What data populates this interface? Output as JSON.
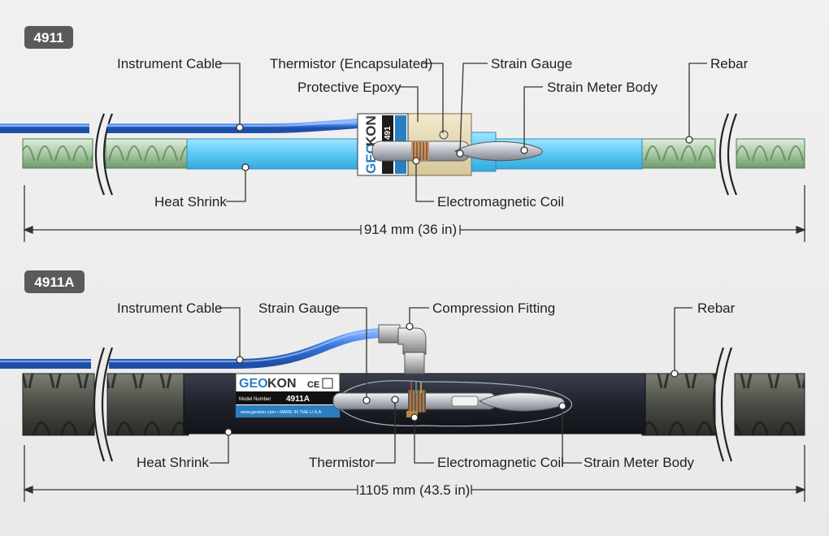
{
  "section_4911": {
    "badge": "4911",
    "labels": {
      "instrument_cable": "Instrument Cable",
      "thermistor": "Thermistor (Encapsulated)",
      "protective_epoxy": "Protective Epoxy",
      "strain_gauge": "Strain Gauge",
      "strain_meter_body": "Strain Meter Body",
      "rebar": "Rebar",
      "heat_shrink": "Heat Shrink",
      "electromagnetic_coil": "Electromagnetic Coil"
    },
    "dimension": "914 mm (36 in)",
    "tag": {
      "brand_geo": "GEO",
      "brand_kon": "KON",
      "model": "491"
    }
  },
  "section_4911A": {
    "badge": "4911A",
    "labels": {
      "instrument_cable": "Instrument Cable",
      "strain_gauge": "Strain Gauge",
      "compression_fitting": "Compression Fitting",
      "rebar": "Rebar",
      "heat_shrink": "Heat Shrink",
      "thermistor": "Thermistor",
      "electromagnetic_coil": "Electromagnetic Coil",
      "strain_meter_body": "Strain Meter Body"
    },
    "dimension": "1105 mm (43.5 in)",
    "tag": {
      "brand_geo": "GEO",
      "brand_kon": "KON",
      "ce_mark": "CE",
      "model_label": "Model Number",
      "model": "4911A",
      "footer": "www.geokon.com  •  MADE IN THE U.S.A."
    }
  },
  "colors": {
    "cable_blue": "#2e6bd0",
    "heat_shrink_light_blue": "#5ec8f2",
    "heat_shrink_dark": "#20232b",
    "rebar_green": "#8bb48a",
    "rebar_dark": "#3a3d37",
    "epoxy_tan": "#e6d8b0",
    "brand_blue": "#2a7fc1",
    "badge_gray": "#5a5a5a"
  }
}
